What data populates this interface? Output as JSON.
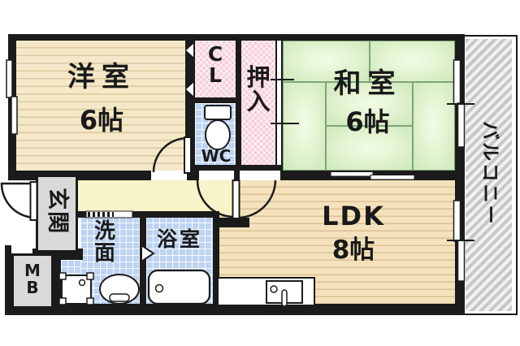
{
  "floorplan": {
    "rooms": {
      "western_room": {
        "label": "洋室",
        "size": "6帖"
      },
      "japanese_room": {
        "label": "和室",
        "size": "6帖"
      },
      "ldk": {
        "label": "LDK",
        "size": "8帖"
      },
      "closet": {
        "label": "CL"
      },
      "oshiire": {
        "label": "押入"
      },
      "toilet": {
        "label": "WC"
      },
      "entrance": {
        "label": "玄関"
      },
      "meter_box": {
        "label": "MB"
      },
      "washroom": {
        "label": "洗面"
      },
      "bathroom": {
        "label": "浴室"
      },
      "balcony": {
        "label": "バルコニー"
      }
    },
    "colors": {
      "wall": "#1b1b1b",
      "western_room_floor": "#f5e8c8",
      "ldk_floor": "#f4e2bd",
      "tatami_green": "#e3f4d2",
      "closet_pink": "#f6ced8",
      "wet_area_blue": "#bdd3f2",
      "hallway_yellow": "#f8f3c9",
      "entrance_gray": "#d9d9d9",
      "balcony_gray": "#c7c7c7"
    }
  }
}
